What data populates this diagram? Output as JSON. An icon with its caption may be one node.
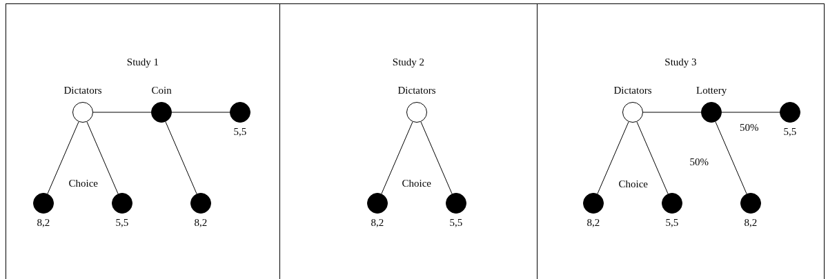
{
  "diagram": {
    "nodes": [
      {
        "text": [
          "Study 1"
        ]
      },
      {
        "text": [],
        "shape": "circle",
        "in": 0,
        "beside": [
          "Dictators"
        ]
      },
      {
        "text": [],
        "shape": "circle",
        "in": 0,
        "beside": [
          "Coin"
        ]
      },
      {
        "text": [],
        "shape": "circle",
        "in": 0,
        "beside": [
          "5,5"
        ]
      },
      {
        "text": [],
        "shape": "circle",
        "in": 0,
        "beside": [
          "8,2"
        ]
      },
      {
        "text": [],
        "shape": "circle",
        "in": 0,
        "beside": [
          "5,5"
        ]
      },
      {
        "text": [],
        "shape": "circle",
        "in": 0,
        "beside": [
          "8,2"
        ]
      },
      {
        "text": [
          "Study 2"
        ]
      },
      {
        "text": [],
        "shape": "circle",
        "in": 7,
        "beside": [
          "Dictators"
        ]
      },
      {
        "text": [],
        "shape": "circle",
        "in": 7,
        "beside": [
          "8,2"
        ]
      },
      {
        "text": [],
        "shape": "circle",
        "in": 7,
        "beside": [
          "5,5"
        ]
      },
      {
        "text": [
          "Study 3"
        ]
      },
      {
        "text": [],
        "shape": "circle",
        "in": 11,
        "beside": [
          "Dictators"
        ]
      },
      {
        "text": [],
        "shape": "circle",
        "in": 11,
        "beside": [
          "Lottery"
        ]
      },
      {
        "text": [],
        "shape": "circle",
        "in": 11,
        "beside": [
          "5,5"
        ]
      },
      {
        "text": [],
        "shape": "circle",
        "in": 11,
        "beside": [
          "8,2"
        ]
      },
      {
        "text": [],
        "shape": "circle",
        "in": 11,
        "beside": [
          "5,5"
        ]
      },
      {
        "text": [],
        "shape": "circle",
        "in": 11,
        "beside": [
          "8,2"
        ]
      }
    ],
    "edges": [
      {
        "from": 1,
        "to": 2,
        "arrow": "none"
      },
      {
        "from": 2,
        "to": 3,
        "arrow": "none"
      },
      {
        "from": 1,
        "to": 4,
        "arrow": "none"
      },
      {
        "from": 1,
        "to": 5,
        "arrow": "none"
      },
      {
        "from": 2,
        "to": 6,
        "arrow": "none"
      },
      {
        "from": 8,
        "to": 9,
        "arrow": "none"
      },
      {
        "from": 8,
        "to": 10,
        "arrow": "none"
      },
      {
        "from": 12,
        "to": 13,
        "arrow": "none"
      },
      {
        "from": 13,
        "to": 14,
        "arrow": "none",
        "label": "50%"
      },
      {
        "from": 12,
        "to": 15,
        "arrow": "none"
      },
      {
        "from": 12,
        "to": 16,
        "arrow": "none"
      },
      {
        "from": 13,
        "to": 17,
        "arrow": "none",
        "label": "50%"
      }
    ],
    "labels": [
      "Choice",
      "Choice",
      "Choice"
    ]
  }
}
